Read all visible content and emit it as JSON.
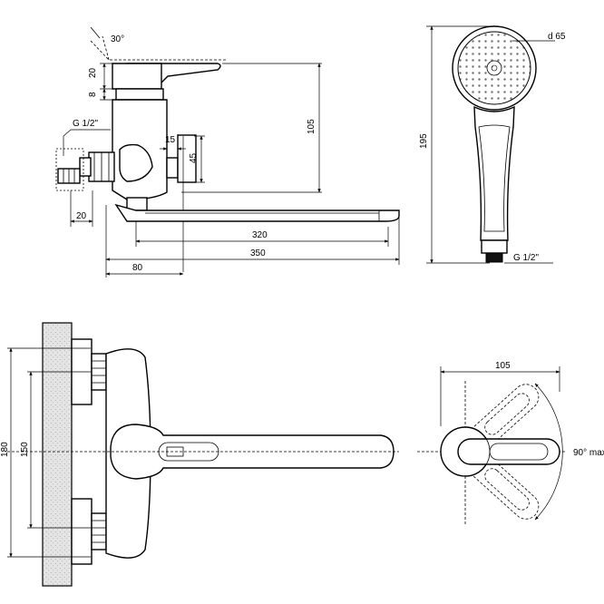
{
  "side_view": {
    "lever_angle": "30°",
    "handle_height": "20",
    "cartridge_height": "8",
    "spout_height": "105",
    "eccentric_offset": "15",
    "outlet_height": "45",
    "connection_thread": "G 1/2\"",
    "connection_depth": "20",
    "spout_reach": "320",
    "total_reach": "350",
    "wall_to_axis": "80"
  },
  "hand_shower": {
    "head_diameter": "d 65",
    "length": "195",
    "thread": "G 1/2\""
  },
  "front_view": {
    "total_height": "180",
    "center_distance": "150"
  },
  "lever_top_view": {
    "width": "105",
    "rotation": "90° max"
  }
}
